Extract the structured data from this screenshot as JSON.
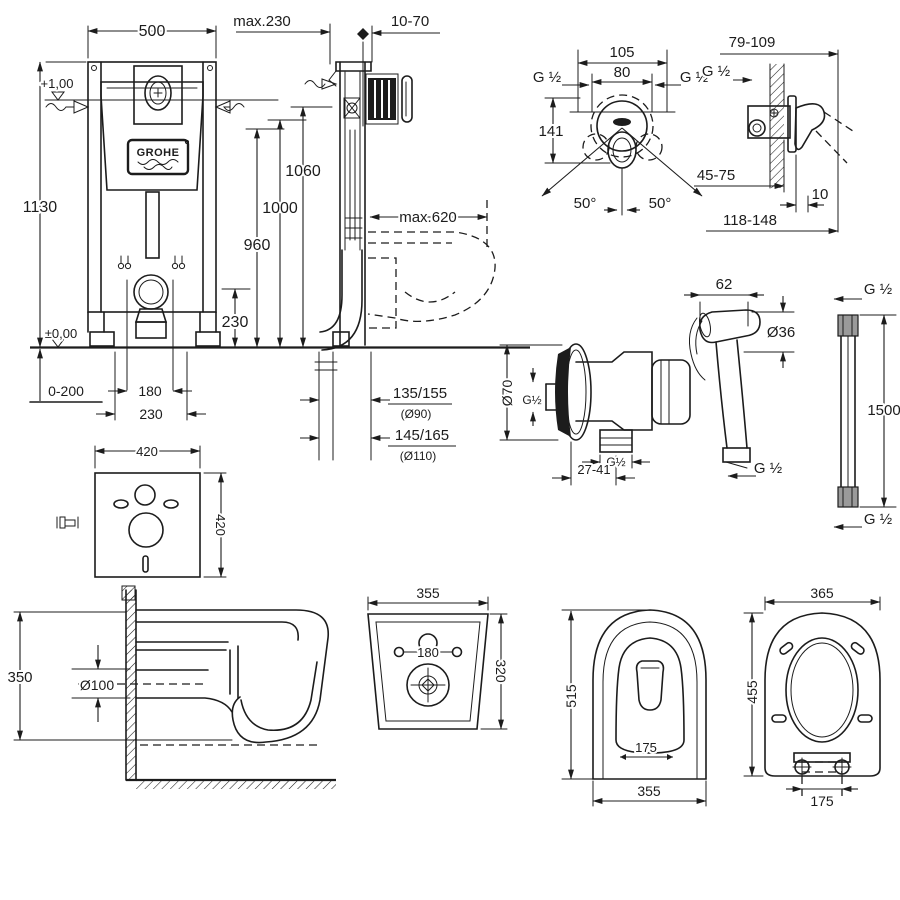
{
  "drawing": {
    "background": "#ffffff",
    "ink": "#1c1c1c",
    "brand": "GROHE",
    "frame_front": {
      "width": "500",
      "height": "1130",
      "level_top": "+1,00",
      "level_floor": "±0,00",
      "foot_adjust": "0-200",
      "fixing_spacing": "180",
      "supply_spacing": "230"
    },
    "frame_side": {
      "depth": "max.230",
      "finish": "10-70",
      "h_total": "1060",
      "h_mid": "1000",
      "h_low": "960",
      "h_outlet": "230",
      "bowl_depth": "max.620",
      "drain_a": "135/155",
      "drain_a_dia": "(Ø90)",
      "drain_b": "145/165",
      "drain_b_dia": "(Ø110)"
    },
    "mixer_front": {
      "spacing": "105",
      "spacing_inner": "80",
      "thread_left": "G ½",
      "thread_right": "G ½",
      "height": "141",
      "angle_left": "50°",
      "angle_right": "50°"
    },
    "mixer_side": {
      "depth_min": "79-109",
      "thread": "G ½",
      "wall_range": "45-75",
      "plate_gap": "10",
      "depth_max": "118-148"
    },
    "holder": {
      "flange_dia": "Ø70",
      "thread_in": "G½",
      "thread_out": "G½",
      "offset": "27-41"
    },
    "shower": {
      "width": "62",
      "head_dia": "Ø36",
      "thread": "G ½"
    },
    "hose": {
      "thread_top": "G ½",
      "length": "1500",
      "thread_bottom": "G ½"
    },
    "plate": {
      "width": "420",
      "height": "420"
    },
    "bowl_side": {
      "height": "350",
      "drain_dia": "Ø100"
    },
    "bowl_back": {
      "width": "355",
      "hole_spacing": "180",
      "height": "320"
    },
    "bowl_top": {
      "depth": "515",
      "hole_spacing": "175",
      "width": "355"
    },
    "seat": {
      "width": "365",
      "depth": "455",
      "hinge_spacing": "175"
    }
  }
}
